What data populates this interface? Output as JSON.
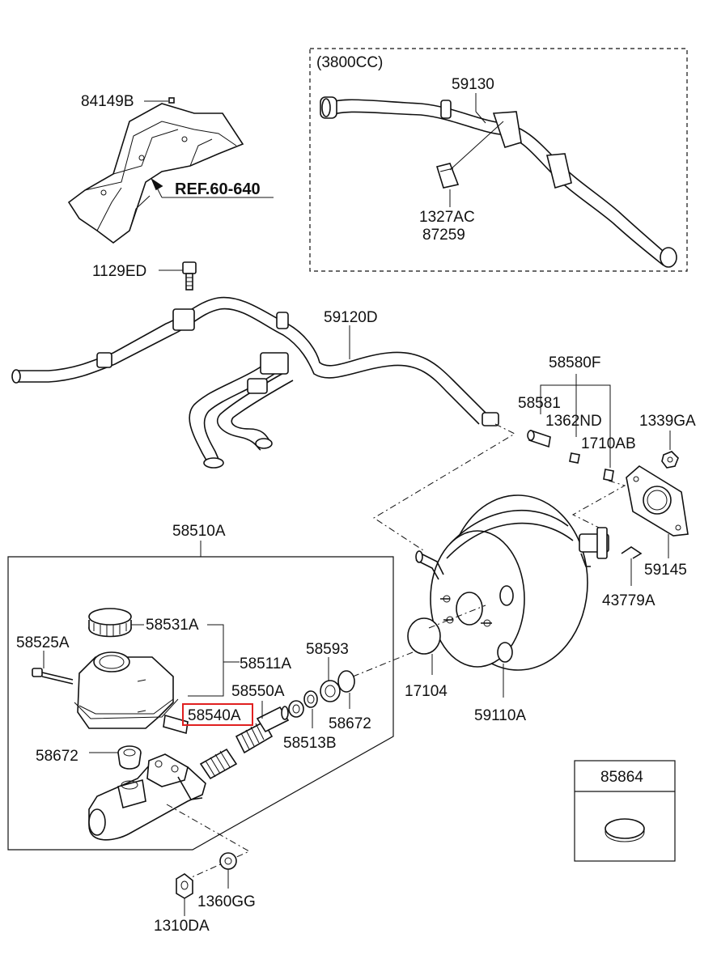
{
  "labels": {
    "engine_group": "(3800CC)",
    "p84149B": "84149B",
    "ref": "REF.60-640",
    "p59130": "59130",
    "p1327AC": "1327AC",
    "p87259": "87259",
    "p1129ED": "1129ED",
    "p59120D": "59120D",
    "p58580F": "58580F",
    "p58581": "58581",
    "p1362ND": "1362ND",
    "p1339GA": "1339GA",
    "p1710AB": "1710AB",
    "p59145": "59145",
    "p43779A": "43779A",
    "p58510A": "58510A",
    "p58531A": "58531A",
    "p58525A": "58525A",
    "p58511A": "58511A",
    "p58593": "58593",
    "p58550A": "58550A",
    "p58540A": "58540A",
    "p58672a": "58672",
    "p58513B": "58513B",
    "p17104": "17104",
    "p59110A": "59110A",
    "p58672b": "58672",
    "p85864": "85864",
    "p1360GG": "1360GG",
    "p1310DA": "1310DA"
  },
  "highlight": {
    "part": "58540A",
    "color": "#e02020"
  }
}
